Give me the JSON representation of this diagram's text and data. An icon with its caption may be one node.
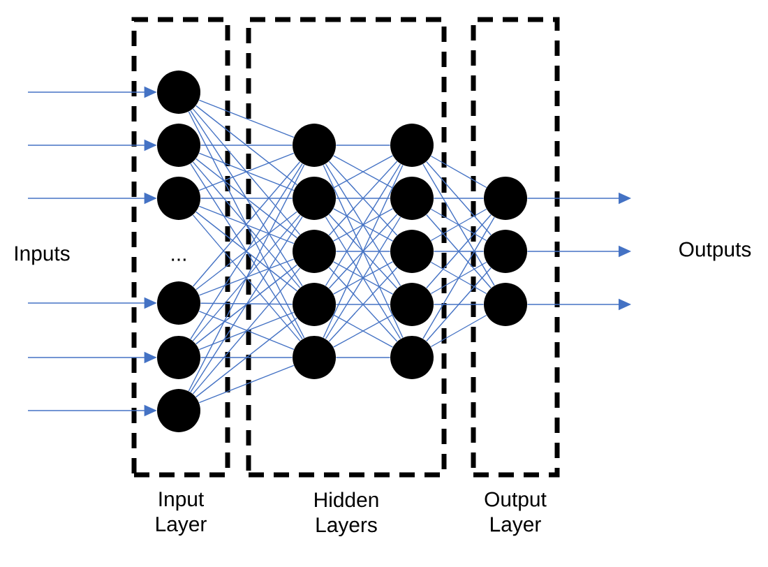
{
  "diagram": {
    "nodes": [
      {
        "text": [
          "Input Layer"
        ]
      },
      {
        "text": [],
        "shape": "circle",
        "in": 0
      },
      {
        "text": [],
        "shape": "circle",
        "in": 0
      },
      {
        "text": [],
        "shape": "circle",
        "in": 0
      },
      {
        "text": [],
        "shape": "circle",
        "in": 0
      },
      {
        "text": [],
        "shape": "circle",
        "in": 0
      },
      {
        "text": [],
        "shape": "circle",
        "in": 0
      },
      {
        "text": [
          "Hidden Layers"
        ]
      },
      {
        "text": [],
        "shape": "circle",
        "in": 7
      },
      {
        "text": [],
        "shape": "circle",
        "in": 7
      },
      {
        "text": [],
        "shape": "circle",
        "in": 7
      },
      {
        "text": [],
        "shape": "circle",
        "in": 7
      },
      {
        "text": [],
        "shape": "circle",
        "in": 7
      },
      {
        "text": [],
        "shape": "circle",
        "in": 7
      },
      {
        "text": [],
        "shape": "circle",
        "in": 7
      },
      {
        "text": [],
        "shape": "circle",
        "in": 7
      },
      {
        "text": [],
        "shape": "circle",
        "in": 7
      },
      {
        "text": [],
        "shape": "circle",
        "in": 7
      },
      {
        "text": [
          "Output Layer"
        ]
      },
      {
        "text": [],
        "shape": "circle",
        "in": 18
      },
      {
        "text": [],
        "shape": "circle",
        "in": 18
      },
      {
        "text": [],
        "shape": "circle",
        "in": 18
      }
    ],
    "edges": [
      {
        "from": null,
        "to": 1,
        "arrow": "to"
      },
      {
        "from": null,
        "to": 2,
        "arrow": "to"
      },
      {
        "from": null,
        "to": 3,
        "arrow": "to"
      },
      {
        "from": null,
        "to": 4,
        "arrow": "to"
      },
      {
        "from": null,
        "to": 5,
        "arrow": "to"
      },
      {
        "from": null,
        "to": 6,
        "arrow": "to"
      },
      {
        "from": 1,
        "to": 8,
        "arrow": "none"
      },
      {
        "from": 1,
        "to": 9,
        "arrow": "none"
      },
      {
        "from": 1,
        "to": 10,
        "arrow": "none"
      },
      {
        "from": 1,
        "to": 11,
        "arrow": "none"
      },
      {
        "from": 1,
        "to": 12,
        "arrow": "none"
      },
      {
        "from": 2,
        "to": 8,
        "arrow": "none"
      },
      {
        "from": 2,
        "to": 9,
        "arrow": "none"
      },
      {
        "from": 2,
        "to": 10,
        "arrow": "none"
      },
      {
        "from": 2,
        "to": 11,
        "arrow": "none"
      },
      {
        "from": 2,
        "to": 12,
        "arrow": "none"
      },
      {
        "from": 3,
        "to": 8,
        "arrow": "none"
      },
      {
        "from": 3,
        "to": 9,
        "arrow": "none"
      },
      {
        "from": 3,
        "to": 10,
        "arrow": "none"
      },
      {
        "from": 3,
        "to": 11,
        "arrow": "none"
      },
      {
        "from": 3,
        "to": 12,
        "arrow": "none"
      },
      {
        "from": 4,
        "to": 8,
        "arrow": "none"
      },
      {
        "from": 4,
        "to": 9,
        "arrow": "none"
      },
      {
        "from": 4,
        "to": 10,
        "arrow": "none"
      },
      {
        "from": 4,
        "to": 11,
        "arrow": "none"
      },
      {
        "from": 4,
        "to": 12,
        "arrow": "none"
      },
      {
        "from": 5,
        "to": 8,
        "arrow": "none"
      },
      {
        "from": 5,
        "to": 9,
        "arrow": "none"
      },
      {
        "from": 5,
        "to": 10,
        "arrow": "none"
      },
      {
        "from": 5,
        "to": 11,
        "arrow": "none"
      },
      {
        "from": 5,
        "to": 12,
        "arrow": "none"
      },
      {
        "from": 6,
        "to": 8,
        "arrow": "none"
      },
      {
        "from": 6,
        "to": 9,
        "arrow": "none"
      },
      {
        "from": 6,
        "to": 10,
        "arrow": "none"
      },
      {
        "from": 6,
        "to": 11,
        "arrow": "none"
      },
      {
        "from": 6,
        "to": 12,
        "arrow": "none"
      },
      {
        "from": 8,
        "to": 13,
        "arrow": "none"
      },
      {
        "from": 8,
        "to": 14,
        "arrow": "none"
      },
      {
        "from": 8,
        "to": 15,
        "arrow": "none"
      },
      {
        "from": 8,
        "to": 16,
        "arrow": "none"
      },
      {
        "from": 8,
        "to": 17,
        "arrow": "none"
      },
      {
        "from": 9,
        "to": 13,
        "arrow": "none"
      },
      {
        "from": 9,
        "to": 14,
        "arrow": "none"
      },
      {
        "from": 9,
        "to": 15,
        "arrow": "none"
      },
      {
        "from": 9,
        "to": 16,
        "arrow": "none"
      },
      {
        "from": 9,
        "to": 17,
        "arrow": "none"
      },
      {
        "from": 10,
        "to": 13,
        "arrow": "none"
      },
      {
        "from": 10,
        "to": 14,
        "arrow": "none"
      },
      {
        "from": 10,
        "to": 15,
        "arrow": "none"
      },
      {
        "from": 10,
        "to": 16,
        "arrow": "none"
      },
      {
        "from": 10,
        "to": 17,
        "arrow": "none"
      },
      {
        "from": 11,
        "to": 13,
        "arrow": "none"
      },
      {
        "from": 11,
        "to": 14,
        "arrow": "none"
      },
      {
        "from": 11,
        "to": 15,
        "arrow": "none"
      },
      {
        "from": 11,
        "to": 16,
        "arrow": "none"
      },
      {
        "from": 11,
        "to": 17,
        "arrow": "none"
      },
      {
        "from": 12,
        "to": 13,
        "arrow": "none"
      },
      {
        "from": 12,
        "to": 14,
        "arrow": "none"
      },
      {
        "from": 12,
        "to": 15,
        "arrow": "none"
      },
      {
        "from": 12,
        "to": 16,
        "arrow": "none"
      },
      {
        "from": 12,
        "to": 17,
        "arrow": "none"
      },
      {
        "from": 13,
        "to": 19,
        "arrow": "none"
      },
      {
        "from": 13,
        "to": 20,
        "arrow": "none"
      },
      {
        "from": 13,
        "to": 21,
        "arrow": "none"
      },
      {
        "from": 14,
        "to": 19,
        "arrow": "none"
      },
      {
        "from": 14,
        "to": 20,
        "arrow": "none"
      },
      {
        "from": 14,
        "to": 21,
        "arrow": "none"
      },
      {
        "from": 15,
        "to": 19,
        "arrow": "none"
      },
      {
        "from": 15,
        "to": 20,
        "arrow": "none"
      },
      {
        "from": 15,
        "to": 21,
        "arrow": "none"
      },
      {
        "from": 16,
        "to": 19,
        "arrow": "none"
      },
      {
        "from": 16,
        "to": 20,
        "arrow": "none"
      },
      {
        "from": 16,
        "to": 21,
        "arrow": "none"
      },
      {
        "from": 17,
        "to": 19,
        "arrow": "none"
      },
      {
        "from": 17,
        "to": 20,
        "arrow": "none"
      },
      {
        "from": 17,
        "to": 21,
        "arrow": "none"
      },
      {
        "from": 19,
        "to": null,
        "arrow": "to"
      },
      {
        "from": 20,
        "to": null,
        "arrow": "to"
      },
      {
        "from": 21,
        "to": null,
        "arrow": "to"
      }
    ],
    "labels": [
      "Inputs",
      "...",
      "Outputs"
    ]
  }
}
